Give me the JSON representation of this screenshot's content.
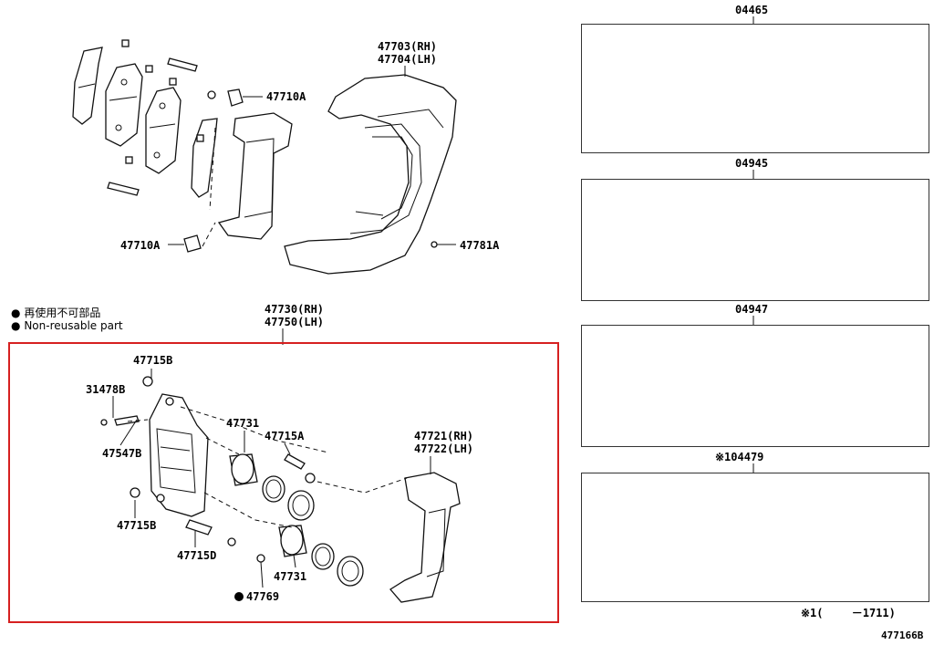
{
  "legend": {
    "bullet": "●",
    "jp": "再使用不可部品",
    "en": "Non-reusable part"
  },
  "labels": {
    "p47710A_top": "47710A",
    "p47710A_bottom": "47710A",
    "p47703": "47703(RH)",
    "p47704": "47704(LH)",
    "p47781A": "47781A",
    "p47730": "47730(RH)",
    "p47750": "47750(LH)",
    "p47715B_top": "47715B",
    "p31478B": "31478B",
    "p47547B": "47547B",
    "p47715B_bottom": "47715B",
    "p47731_top": "47731",
    "p47715A": "47715A",
    "p47721": "47721(RH)",
    "p47722": "47722(LH)",
    "p47715D": "47715D",
    "p47731_bottom": "47731",
    "p47769": "47769"
  },
  "kits": {
    "k1": "04465",
    "k2": "04945",
    "k3": "04947",
    "k4": "※104479"
  },
  "footnote": "※1(　　 －1711)",
  "figure_id": "477166B"
}
